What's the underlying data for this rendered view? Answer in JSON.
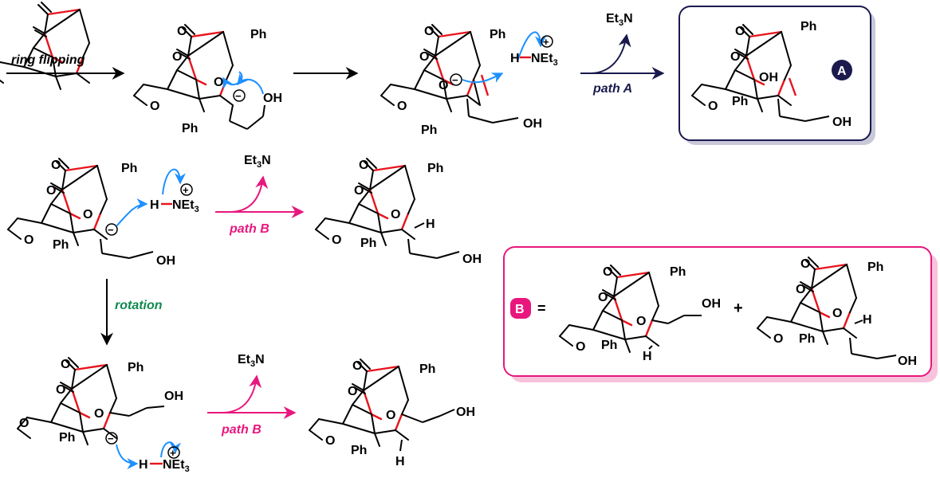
{
  "atoms": {
    "ph": "Ph",
    "o": "O",
    "oh": "OH",
    "h": "H",
    "et3n": "Et3N",
    "h_net3": "H–NEt3",
    "plus": "+",
    "minus": "−"
  },
  "arrows": {
    "ring_flipping": "ring flipping",
    "path_a": "path A",
    "path_b": "path B",
    "rotation": "rotation"
  },
  "boxes": {
    "a_label": "A",
    "b_label": "B",
    "equals": "=",
    "plus": "+"
  },
  "colors": {
    "bond": "#000000",
    "highlight_bond": "#e8141c",
    "electron_arrow": "#1e90ff",
    "path_a": "#1a1a4e",
    "path_b": "#e8177d",
    "rotation": "#0f8a4f",
    "box_a_border": "#1a1a4e",
    "box_a_shadow": "#c8c8d8",
    "box_b_border": "#e8177d",
    "box_b_shadow": "#f7c3dc"
  }
}
